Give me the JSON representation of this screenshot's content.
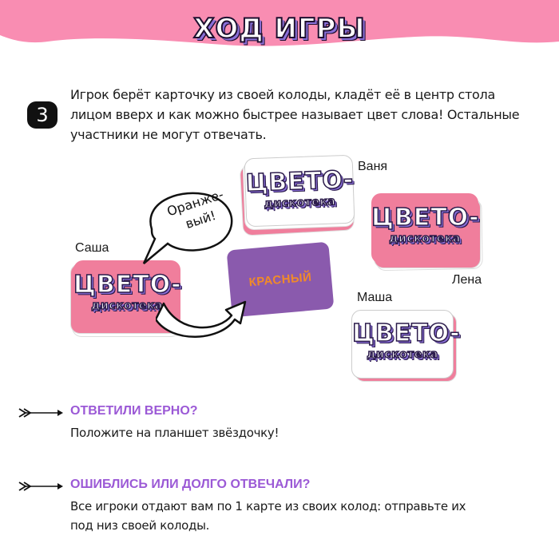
{
  "header": {
    "title": "ХОД ИГРЫ",
    "background_color": "#f98db2"
  },
  "step": {
    "number": "3",
    "text": "Игрок берёт карточку из своей колоды, кладёт её в центр стола лицом вверх и как можно быстрее называет цвет слова! Остальные участники не могут отвечать."
  },
  "illustration": {
    "players": [
      {
        "name": "Саша",
        "card_color": "#f07e9c"
      },
      {
        "name": "Ваня",
        "card_color": "#ffffff"
      },
      {
        "name": "Лена",
        "card_color": "#f07e9c"
      },
      {
        "name": "Маша",
        "card_color": "#ffffff"
      }
    ],
    "card_logo": {
      "line1": "ЦВЕТО-",
      "line2": "дискотека"
    },
    "speech_bubble": "Оранже-вый!",
    "speech_bubble_lines": [
      "Оранже-",
      "вый!"
    ],
    "center_card": {
      "word": "КРАСНЫЙ",
      "card_color": "#8a5aad",
      "word_color": "#f08a2a"
    }
  },
  "rules": [
    {
      "title": "ОТВЕТИЛИ ВЕРНО?",
      "body": "Положите на планшет звёздочку!"
    },
    {
      "title": "ОШИБЛИСЬ ИЛИ ДОЛГО ОТВЕЧАЛИ?",
      "body": "Все игроки отдают вам по 1 карте из своих колод: отправьте их под низ своей колоды."
    }
  ],
  "colors": {
    "accent_purple": "#9b59d6",
    "pink": "#f98db2"
  }
}
